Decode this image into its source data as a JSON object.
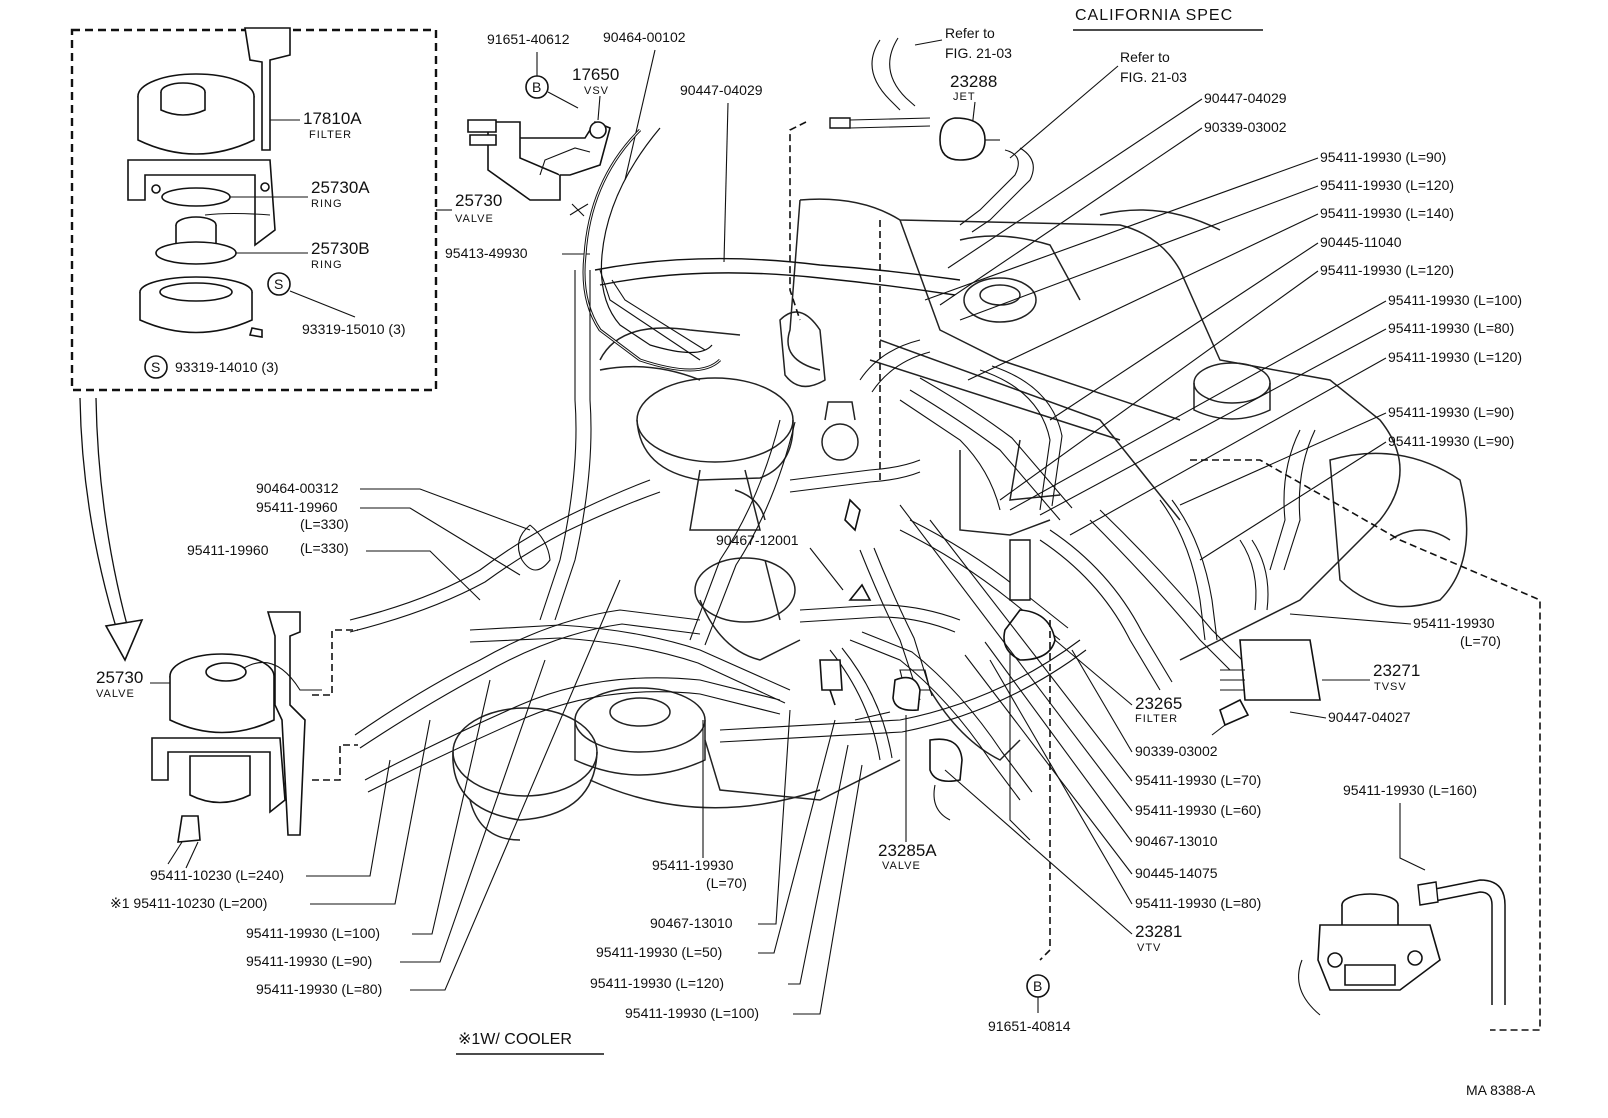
{
  "header": {
    "title": "CALIFORNIA SPEC",
    "figure_code": "MA 8388-A",
    "footnote": "※1W/ COOLER"
  },
  "inset": {
    "valve_no": "25730",
    "valve_cap": "VALVE",
    "filter_no": "17810A",
    "filter_cap": "FILTER",
    "ring_a_no": "25730A",
    "ring_a_cap": "RING",
    "ring_b_no": "25730B",
    "ring_b_cap": "RING",
    "screw_1": "93319-15010 (3)",
    "screw_2": "93319-14010 (3)",
    "screw_symbol": "S"
  },
  "top": {
    "clip_b_no": "91651-40612",
    "clamp_no": "90464-00102",
    "vsv_no": "17650",
    "vsv_cap": "VSV",
    "hose_a": "90447-04029",
    "refer_1": "Refer to",
    "fig_1": "FIG. 21-03",
    "jet_no": "23288",
    "jet_cap": "JET",
    "refer_2": "Refer to",
    "fig_2": "FIG. 21-03",
    "hose_b": "90447-04029",
    "hose_c": "90339-03002",
    "hose_d": "95413-49930",
    "symbol_b": "B"
  },
  "right_labels": [
    "95411-19930 (L=90)",
    "95411-19930 (L=120)",
    "95411-19930 (L=140)",
    "90445-11040",
    "95411-19930 (L=120)",
    "95411-19930 (L=100)",
    "95411-19930 (L=80)",
    "95411-19930 (L=120)",
    "95411-19930 (L=90)",
    "95411-19930 (L=90)"
  ],
  "right_side": {
    "hose_l70": "95411-19930",
    "hose_l70_len": "(L=70)",
    "tvsv_no": "23271",
    "tvsv_cap": "TVSV",
    "filter_no": "23265",
    "filter_cap": "FILTER",
    "hose_04027": "90447-04027",
    "hose_03002": "90339-03002",
    "hose_l70b": "95411-19930 (L=70)",
    "hose_l60": "95411-19930 (L=60)",
    "clamp_13010": "90467-13010",
    "hose_14075": "90445-14075",
    "hose_l80": "95411-19930 (L=80)",
    "vtv_no": "23281",
    "vtv_cap": "VTV",
    "hose_l160": "95411-19930 (L=160)",
    "clip_b2": "91651-40814"
  },
  "left_side": {
    "clamp_00312": "90464-00312",
    "hose_19960a": "95411-19960",
    "hose_19960a_len": "(L=330)",
    "hose_19960b": "95411-19960",
    "hose_19960b_len": "(L=330)",
    "valve_no": "25730",
    "valve_cap": "VALVE"
  },
  "bottom": {
    "clamp_12001": "90467-12001",
    "hose_l70": "95411-19930",
    "hose_l70_len": "(L=70)",
    "valve_no": "23285A",
    "valve_cap": "VALVE",
    "clamp_13010": "90467-13010",
    "hose_l50": "95411-19930 (L=50)",
    "hose_l120": "95411-19930 (L=120)",
    "hose_l100": "95411-19930 (L=100)"
  },
  "bottom_left": [
    "95411-10230 (L=240)",
    "※1 95411-10230 (L=200)",
    "95411-19930 (L=100)",
    "95411-19930 (L=90)",
    "95411-19930 (L=80)"
  ]
}
